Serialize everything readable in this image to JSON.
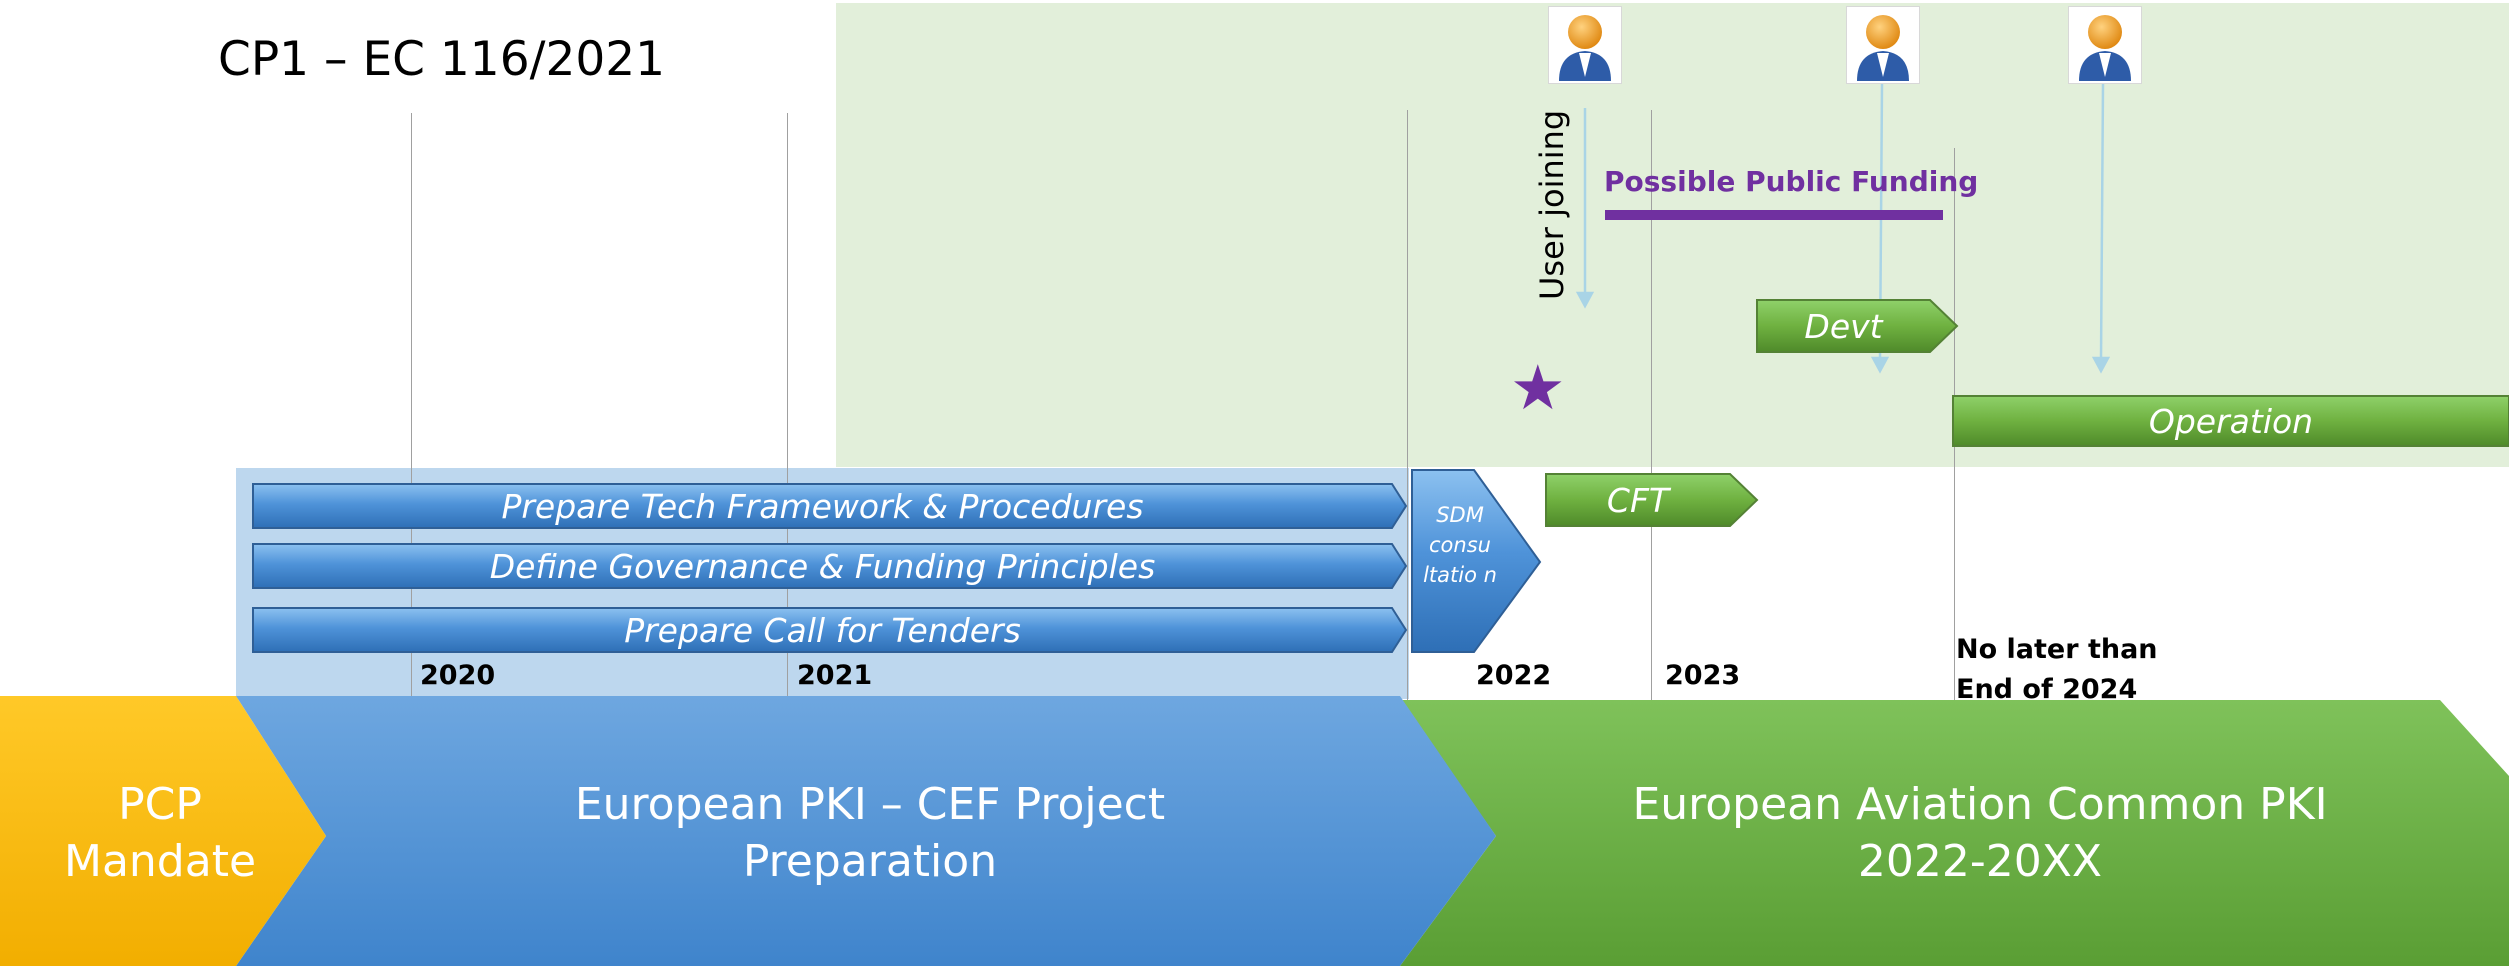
{
  "title": "CP1 – EC 116/2021",
  "years": [
    "2020",
    "2021",
    "2022",
    "2023"
  ],
  "deadline": {
    "line1": "No later than",
    "line2": "End of 2024"
  },
  "user_joining": "User joining",
  "funding": {
    "label": "Possible Public Funding",
    "color": "#7030a0"
  },
  "tasks": [
    "Prepare Tech Framework & Procedures",
    "Define Governance & Funding Principles",
    "Prepare Call for Tenders"
  ],
  "sdm": "SDM consu ltatio n",
  "cft": "CFT",
  "devt": "Devt",
  "operation": "Operation",
  "phases": {
    "pcp": {
      "line1": "PCP",
      "line2": "Mandate"
    },
    "preparation": {
      "line1": "European PKI – CEF Project",
      "line2": "Preparation"
    },
    "aviation": {
      "line1": "European Aviation Common PKI",
      "line2": "2022-20XX"
    }
  },
  "icons": [
    "user-icon",
    "user-icon",
    "user-icon",
    "star-icon"
  ],
  "colors": {
    "green_area": "#e2efda",
    "blue_area": "#bdd7ee",
    "task_blue": "#5b9bd5",
    "task_green": "#70ad47",
    "pcp_orange": "#ffc000",
    "purple": "#7030a0"
  }
}
